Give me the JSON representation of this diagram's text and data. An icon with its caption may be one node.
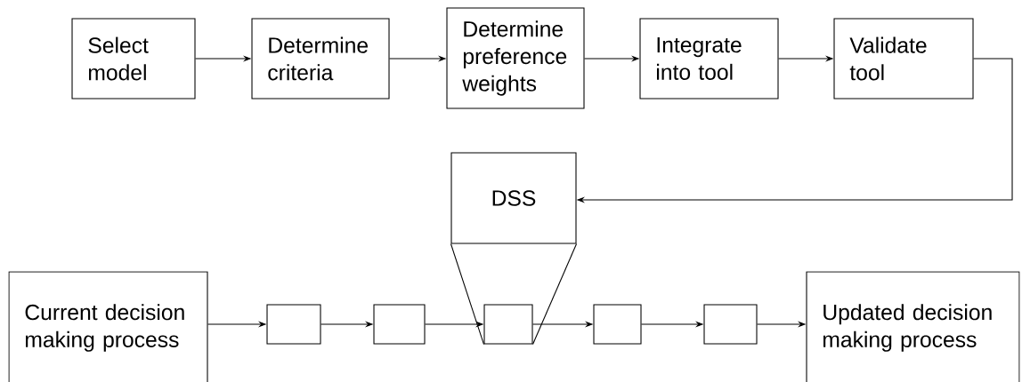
{
  "diagram": {
    "nodes": [
      {
        "text": [
          "Select model"
        ]
      },
      {
        "text": [
          "Determine criteria"
        ]
      },
      {
        "text": [
          "Determine preference weights"
        ]
      },
      {
        "text": [
          "Integrate into tool"
        ]
      },
      {
        "text": [
          "Validate tool"
        ]
      },
      {
        "text": [
          "DSS"
        ]
      },
      {
        "text": [
          "Current decision making process"
        ]
      },
      {
        "text": [],
        "shape": "box"
      },
      {
        "text": [],
        "shape": "box"
      },
      {
        "text": [],
        "shape": "box"
      },
      {
        "text": [],
        "shape": "box"
      },
      {
        "text": [],
        "shape": "box"
      },
      {
        "text": [
          "Updated decision making process"
        ]
      }
    ],
    "edges": [
      {
        "from": 0,
        "to": 1,
        "arrow": "to"
      },
      {
        "from": 1,
        "to": 2,
        "arrow": "to"
      },
      {
        "from": 2,
        "to": 3,
        "arrow": "to"
      },
      {
        "from": 3,
        "to": 4,
        "arrow": "to"
      },
      {
        "from": 4,
        "to": 5,
        "arrow": "to"
      },
      {
        "from": 5,
        "to": 9,
        "arrow": "none"
      },
      {
        "from": 5,
        "to": 9,
        "arrow": "none"
      },
      {
        "from": 6,
        "to": 7,
        "arrow": "to"
      },
      {
        "from": 7,
        "to": 8,
        "arrow": "to"
      },
      {
        "from": 8,
        "to": 9,
        "arrow": "to"
      },
      {
        "from": 9,
        "to": 10,
        "arrow": "to"
      },
      {
        "from": 10,
        "to": 11,
        "arrow": "to"
      },
      {
        "from": 11,
        "to": 12,
        "arrow": "to"
      }
    ]
  }
}
